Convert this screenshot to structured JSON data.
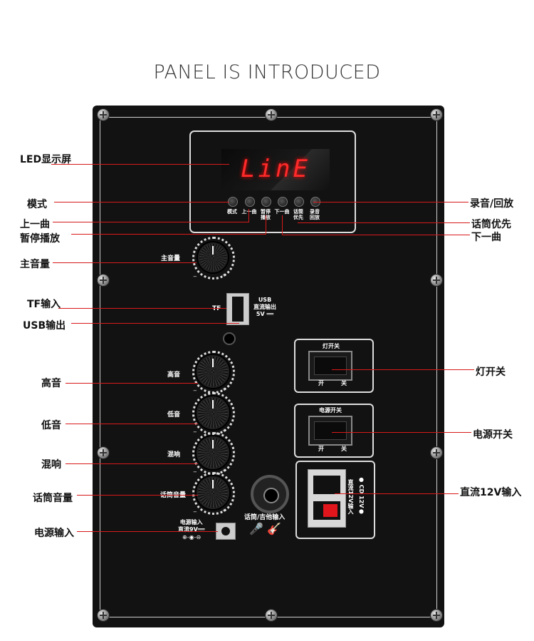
{
  "page_title": "PANEL IS INTRODUCED",
  "display": {
    "text": "LinE"
  },
  "buttons": [
    {
      "label": "模式"
    },
    {
      "label": "上一曲"
    },
    {
      "label": "暂停\n播放"
    },
    {
      "label": "下一曲"
    },
    {
      "label": "话筒\n优先"
    },
    {
      "label": "录音\n回放"
    }
  ],
  "panel_labels": {
    "master": "主音量",
    "tf": "TF",
    "usb": "USB\n直流输出\n5V ══",
    "treble": "高音",
    "bass": "低音",
    "echo": "混响",
    "mic_vol": "话筒音量",
    "power_in": "电源输入\n直流9V══",
    "mic_guitar": "话筒/吉他输入",
    "light_switch": "灯开关",
    "power_switch": "电源开关",
    "on": "开",
    "off": "关",
    "dc12_side": "直流12V输入",
    "cd12": "● CD 12V●",
    "tick_min": "−",
    "tick_max": "+"
  },
  "callouts_left": {
    "led": "LED显示屏",
    "mode": "模式",
    "prev": "上一曲",
    "pause": "暂停播放",
    "master": "主音量",
    "tf_in": "TF输入",
    "usb_out": "USB输出",
    "treble": "高音",
    "bass": "低音",
    "echo": "混响",
    "mic_vol": "话筒音量",
    "power_in": "电源输入"
  },
  "callouts_right": {
    "record": "录音/回放",
    "mic_priority": "话筒优先",
    "next": "下一曲",
    "light_switch": "灯开关",
    "power_switch": "电源开关",
    "dc12": "直流12V输入"
  },
  "colors": {
    "accent_line": "#d71a1a",
    "panel": "#121212",
    "display_red": "#ff2a2a"
  }
}
